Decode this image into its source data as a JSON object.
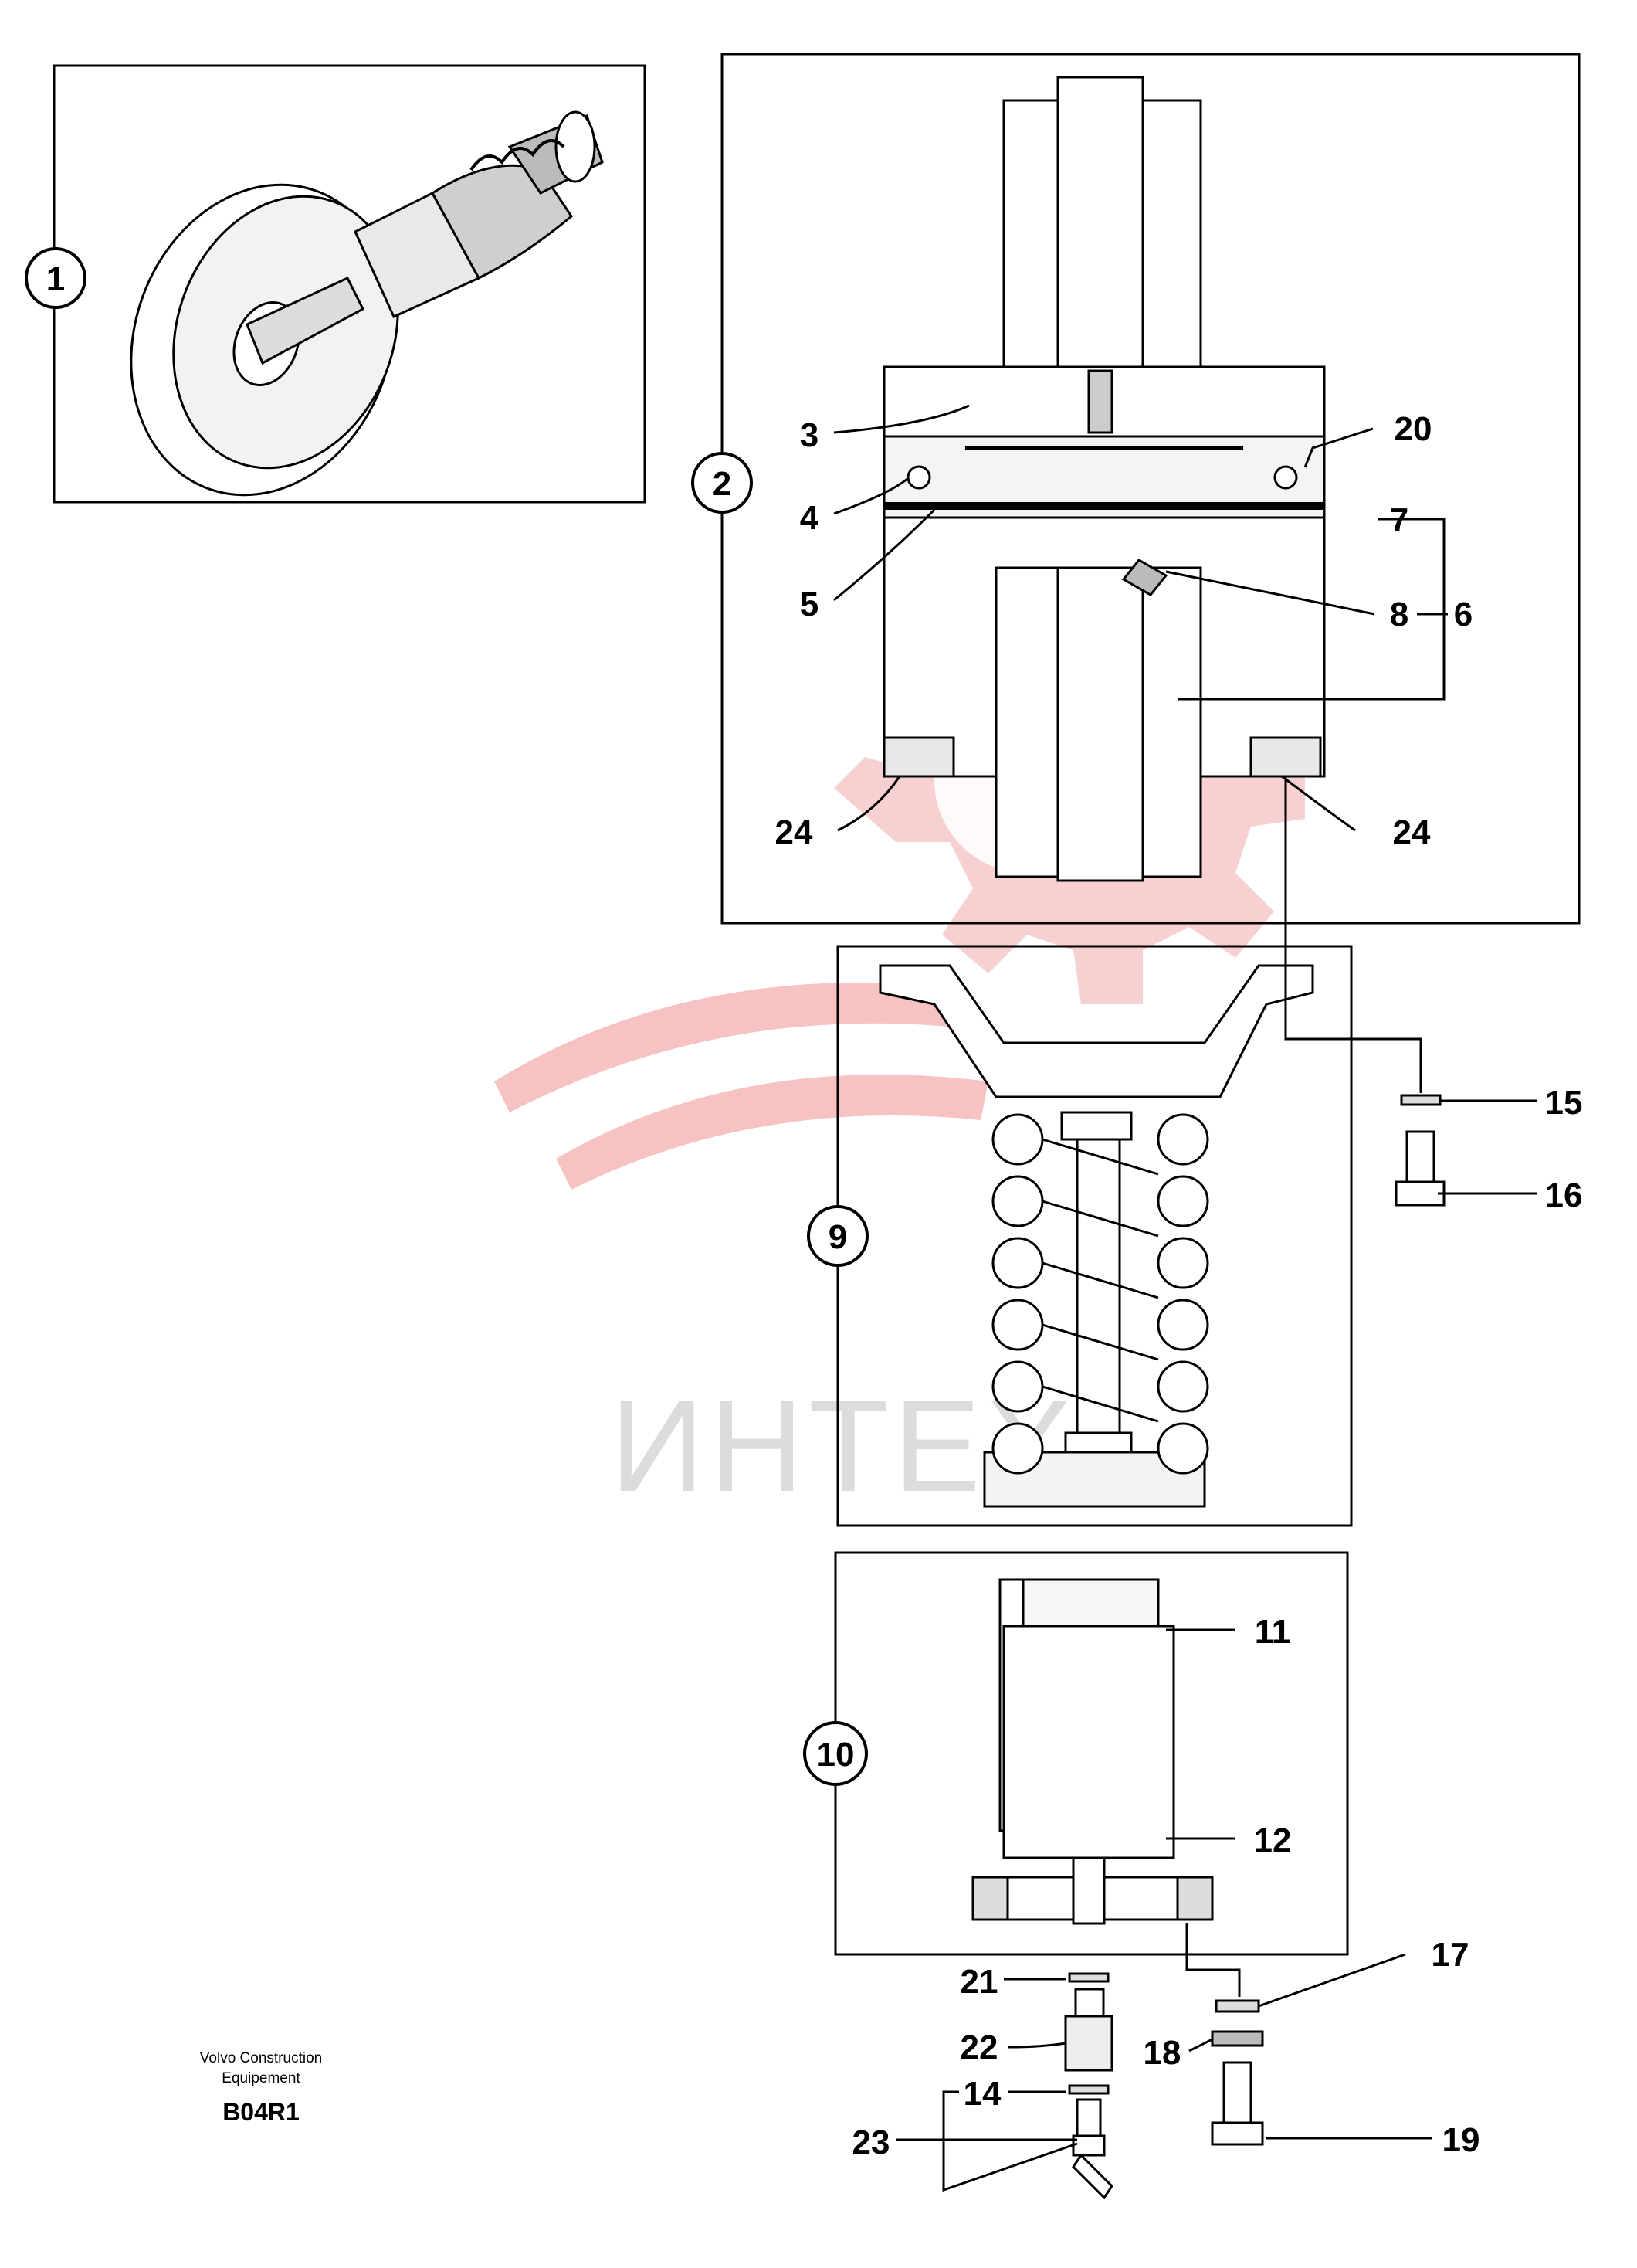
{
  "watermark": {
    "text": "ИНТЕХ",
    "color": "#f6c9c9"
  },
  "branding": {
    "line1": "Volvo Construction",
    "line2": "Equipement",
    "code": "B04R1"
  },
  "callouts": {
    "c1": "1",
    "c2": "2",
    "c9": "9",
    "c10": "10"
  },
  "labels": {
    "l3": "3",
    "l4": "4",
    "l5": "5",
    "l20": "20",
    "l7": "7",
    "l8": "8",
    "l6": "6",
    "l24a": "24",
    "l24b": "24",
    "l15": "15",
    "l16": "16",
    "l11": "11",
    "l12": "12",
    "l17": "17",
    "l21": "21",
    "l22": "22",
    "l18": "18",
    "l14": "14",
    "l23": "23",
    "l19": "19"
  }
}
